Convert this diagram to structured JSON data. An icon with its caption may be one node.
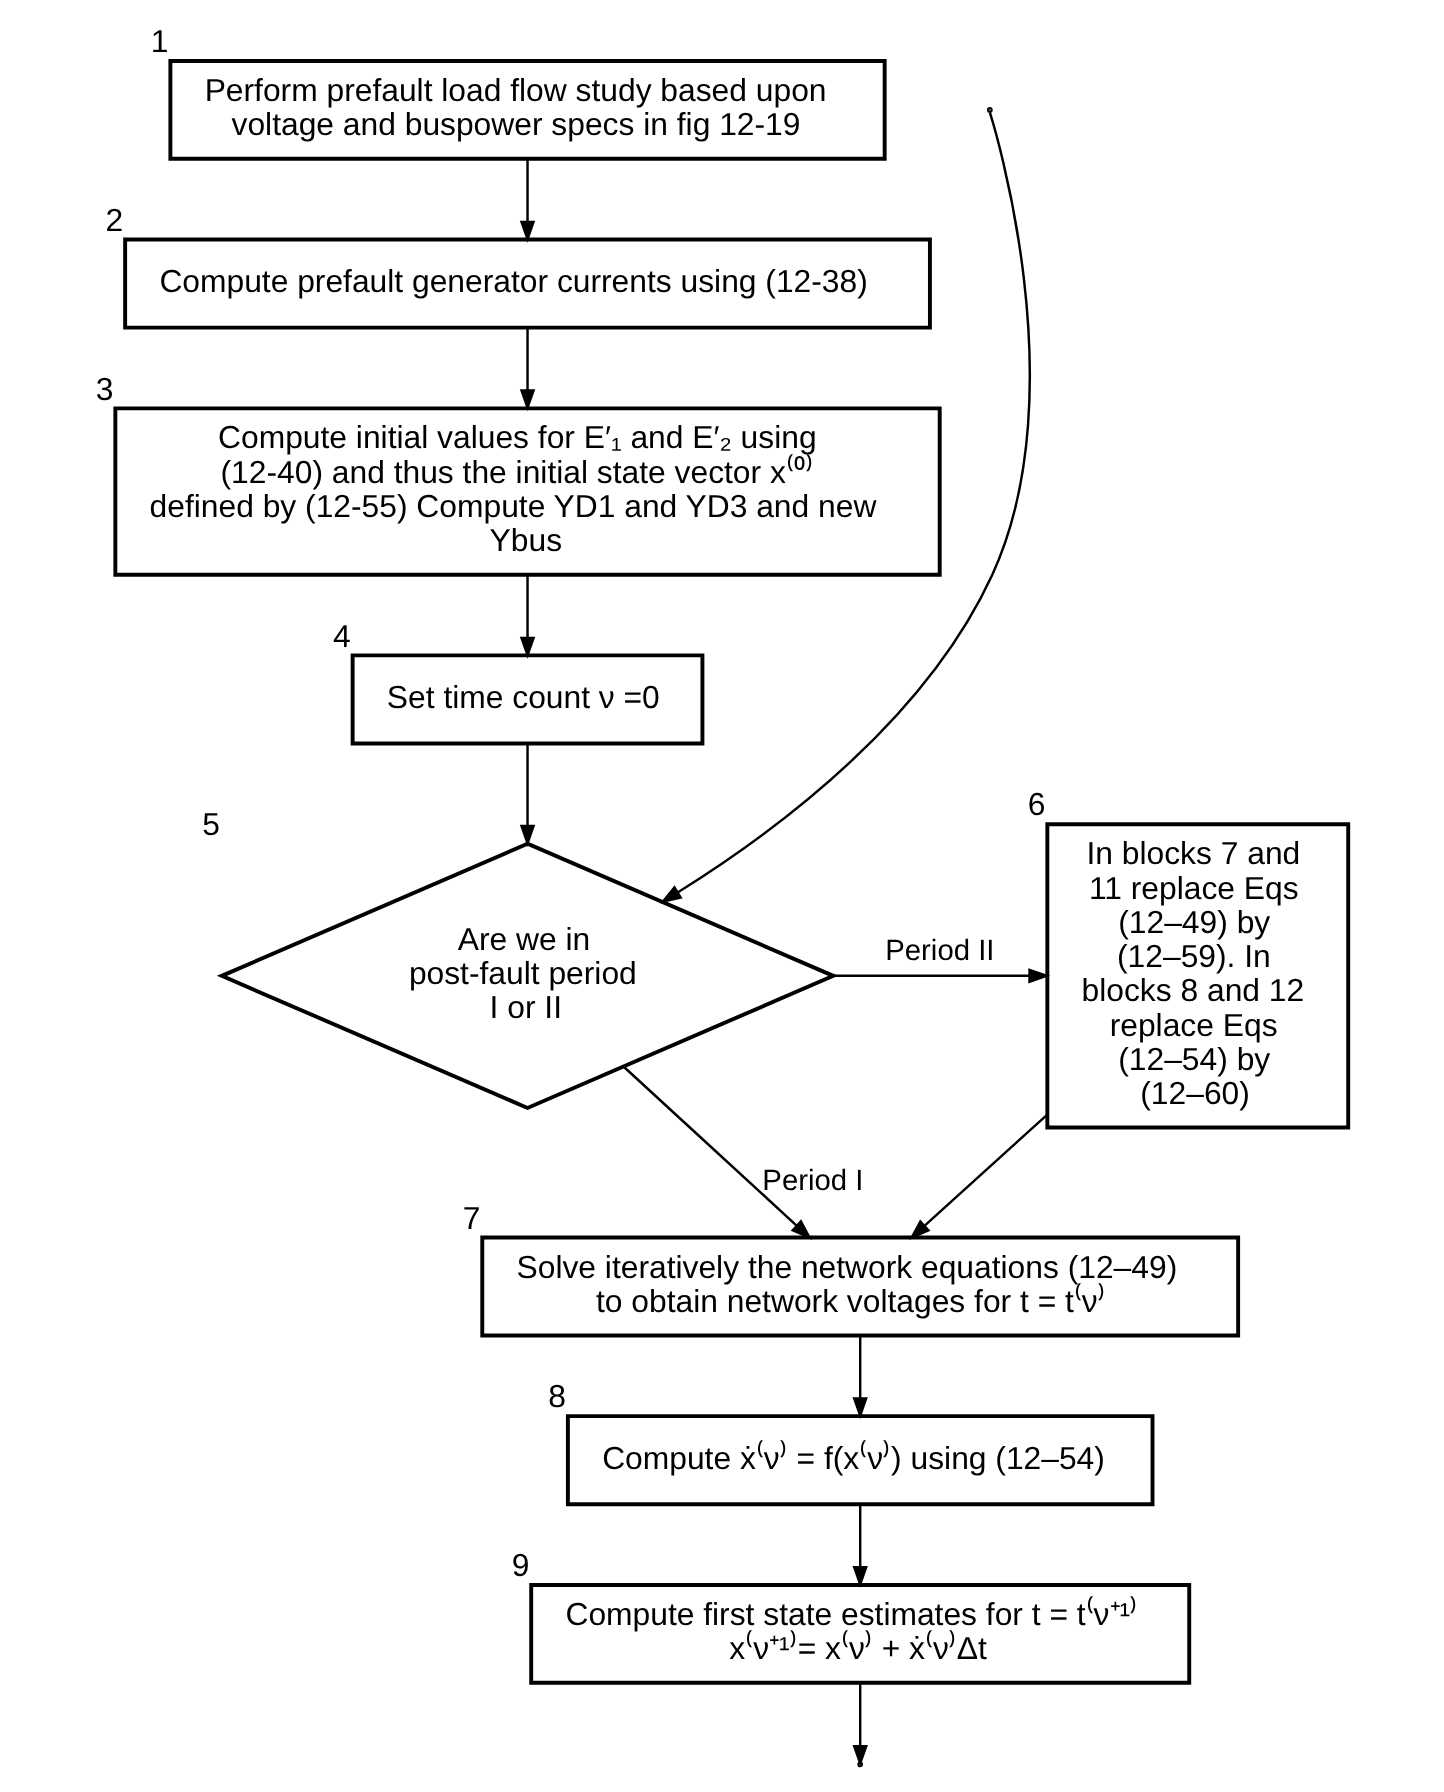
{
  "diagram": {
    "nodes": [
      {
        "text": [
          "Perform prefault load flow study based upon voltage and buspower specs in fig 12-19"
        ],
        "beside": [
          "1"
        ]
      },
      {
        "text": [
          "Compute prefault generator currents using (12-38)"
        ],
        "beside": [
          "2"
        ]
      },
      {
        "text": [
          "Compute initial values for E′₁ and E′₂ using (12-40) and thus the initial state vector x⁽⁰⁾ defined by (12-55) Compute YD1 and YD3 and new Ybus"
        ],
        "beside": [
          "3"
        ]
      },
      {
        "text": [
          "Set time count ν =0"
        ],
        "beside": [
          "4"
        ]
      },
      {
        "text": [
          "Are we in post-fault period I or II"
        ],
        "beside": [
          "5"
        ]
      },
      {
        "text": [
          "In blocks 7 and 11 replace Eqs (12–49) by (12–59). In blocks 8 and 12 replace Eqs (12–54) by (12–60)"
        ],
        "beside": [
          "6"
        ]
      },
      {
        "text": [
          "Solve iteratively the network equations (12–49) to obtain network voltages for t = t⁽ν⁾"
        ],
        "beside": [
          "7"
        ]
      },
      {
        "text": [
          "Compute ẋ⁽ν⁾ = f(x⁽ν⁾) using (12–54)"
        ],
        "beside": [
          "8"
        ]
      },
      {
        "text": [
          "Compute first state estimates for t = t⁽ν⁺¹⁾",
          "x⁽ν⁺¹⁾= x⁽ν⁾ + ẋ⁽ν⁾Δt"
        ],
        "beside": [
          "9"
        ]
      }
    ],
    "edges": [
      {
        "from": 0,
        "to": 1,
        "arrow": "to"
      },
      {
        "from": 1,
        "to": 2,
        "arrow": "to"
      },
      {
        "from": 2,
        "to": 3,
        "arrow": "to"
      },
      {
        "from": 3,
        "to": 4,
        "arrow": "to"
      },
      {
        "from": 4,
        "to": 5,
        "arrow": "to",
        "label": "Period II"
      },
      {
        "from": 4,
        "to": 6,
        "arrow": "to",
        "label": "Period I"
      },
      {
        "from": 5,
        "to": 6,
        "arrow": "to"
      },
      {
        "from": 6,
        "to": 7,
        "arrow": "to"
      },
      {
        "from": 7,
        "to": 8,
        "arrow": "to"
      },
      {
        "from": 8,
        "to": null,
        "arrow": "to"
      },
      {
        "from": null,
        "to": 4,
        "arrow": "to"
      }
    ]
  }
}
